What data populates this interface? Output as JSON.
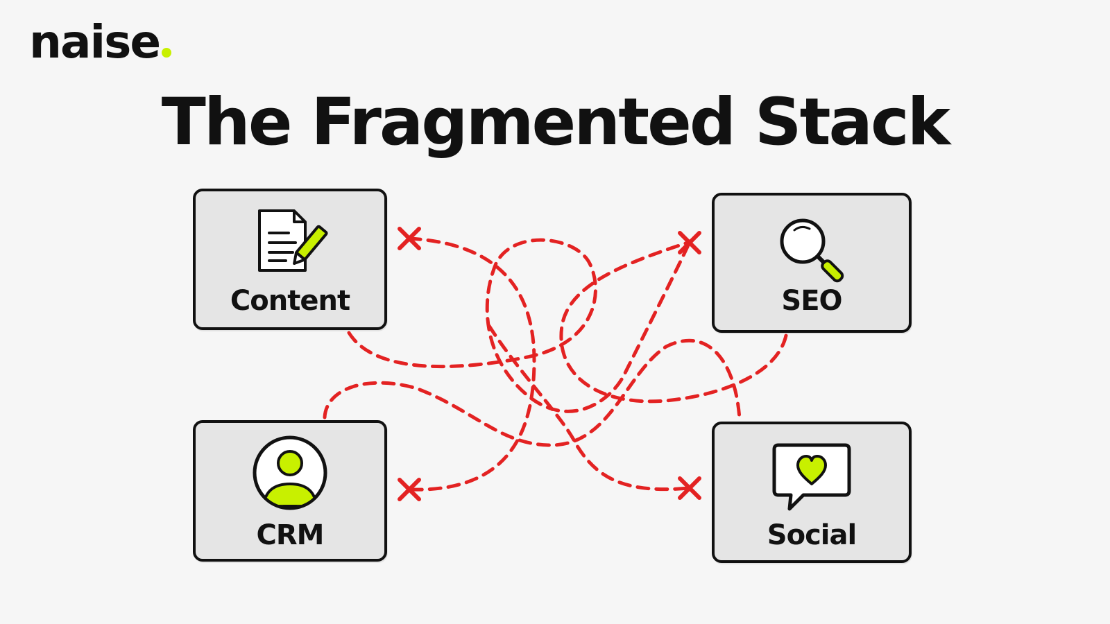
{
  "brand": {
    "name": "naise",
    "accent_color": "#c8f000"
  },
  "title": "The Fragmented Stack",
  "tools": [
    {
      "label": "Content",
      "icon": "document-pencil-icon"
    },
    {
      "label": "SEO",
      "icon": "magnifier-icon"
    },
    {
      "label": "CRM",
      "icon": "user-avatar-icon"
    },
    {
      "label": "Social",
      "icon": "chat-heart-icon"
    }
  ],
  "connections": {
    "style": "dashed",
    "color": "#e32222",
    "broken_marker": "x-mark-icon",
    "broken_count": 4
  },
  "colors": {
    "background": "#f6f6f6",
    "box_fill": "#e5e5e5",
    "ink": "#111111"
  }
}
